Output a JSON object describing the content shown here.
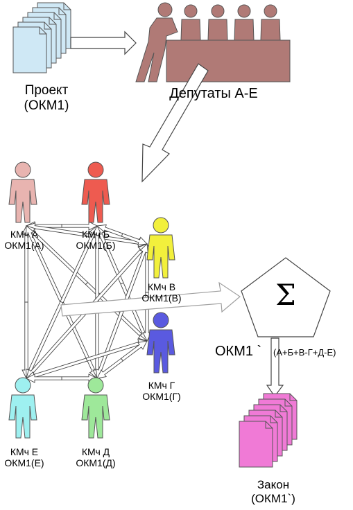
{
  "project": {
    "line1": "Проект",
    "line2": "(ОКМ1)"
  },
  "deputies": {
    "label": "Депутаты А-Е"
  },
  "nodes": {
    "a": {
      "line1": "КМч А",
      "line2": "ОКМ1(А)",
      "color": "#e8b4b0"
    },
    "b": {
      "line1": "КМч Б",
      "line2": "ОКМ1(Б)",
      "color": "#ee5b50"
    },
    "v": {
      "line1": "КМч В",
      "line2": "ОКМ1(В)",
      "color": "#f2f03c"
    },
    "g": {
      "line1": "КМч Г",
      "line2": "ОКМ1(Г)",
      "color": "#5a5ae0"
    },
    "d": {
      "line1": "КМч Д",
      "line2": "ОКМ1(Д)",
      "color": "#9ee89a"
    },
    "e": {
      "line1": "КМч Е",
      "line2": "ОКМ1(Е)",
      "color": "#9ef0f0"
    }
  },
  "sum": {
    "symbol": "Σ",
    "label": "ОКМ1 `",
    "formula": "(А+Б+В-Г+Д-Е)"
  },
  "law": {
    "line1": "Закон",
    "line2": "(ОКМ1`)"
  },
  "colors": {
    "document_blue": "#cfe8f5",
    "deputy_brown": "#b07a76",
    "law_pink": "#f07ad6",
    "arrow": "#444444",
    "grey_arrow": "#a0a0a0"
  }
}
